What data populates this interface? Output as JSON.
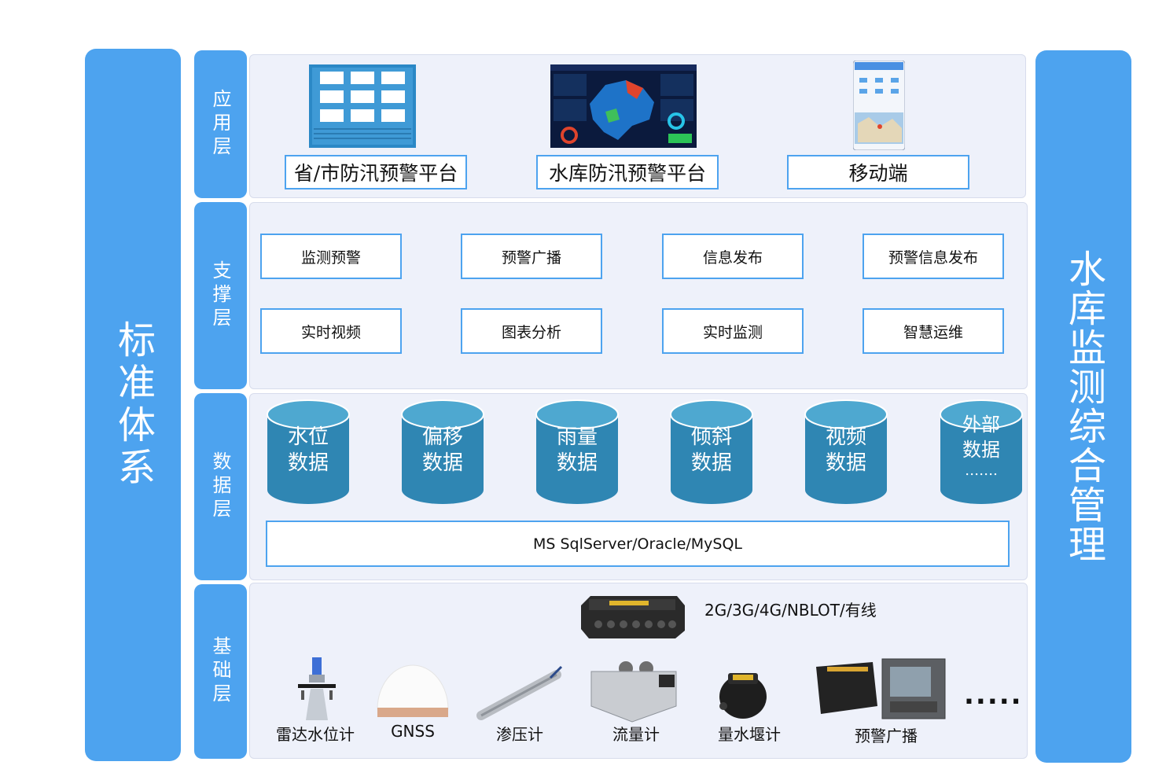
{
  "left_title": "标准体系",
  "right_title": "水库监测综合管理",
  "layers": {
    "app": "应用层",
    "support": "支撑层",
    "data": "数据层",
    "base": "基础层"
  },
  "app_items": [
    "省/市防汛预警平台",
    "水库防汛预警平台",
    "移动端"
  ],
  "support_items": [
    "监测预警",
    "预警广播",
    "信息发布",
    "预警信息发布",
    "实时视频",
    "图表分析",
    "实时监测",
    "智慧运维"
  ],
  "data_items": [
    {
      "line1": "水位",
      "line2": "数据"
    },
    {
      "line1": "偏移",
      "line2": "数据"
    },
    {
      "line1": "雨量",
      "line2": "数据"
    },
    {
      "line1": "倾斜",
      "line2": "数据"
    },
    {
      "line1": "视频",
      "line2": "数据"
    },
    {
      "line1": "外部",
      "line2": "数据",
      "line3": "……."
    }
  ],
  "db_bar": "MS SqlServer/Oracle/MySQL",
  "network": "2G/3G/4G/NBLOT/有线",
  "devices": [
    "雷达水位计",
    "GNSS",
    "渗压计",
    "流量计",
    "量水堰计",
    "预警广播"
  ],
  "devices_more": ".....",
  "colors": {
    "accent": "#4da3ef",
    "panel": "#eef1fa",
    "cylinder": "#2f86b3",
    "cylinder_top": "#4ea8d0"
  }
}
